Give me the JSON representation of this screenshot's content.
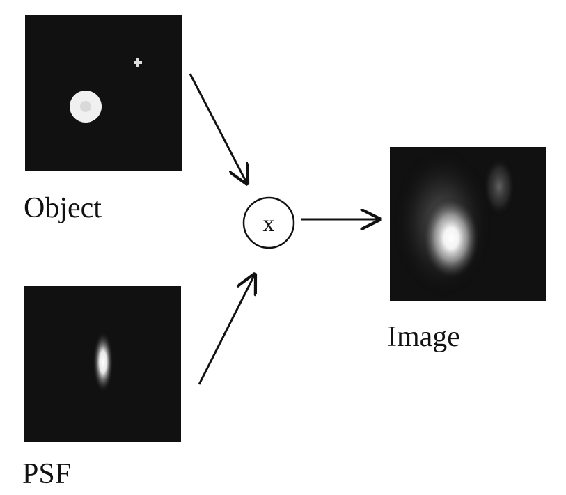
{
  "panels": {
    "object": {
      "label": "Object"
    },
    "psf": {
      "label": "PSF"
    },
    "image": {
      "label": "Image"
    }
  },
  "operator": {
    "symbol": "x"
  },
  "colors": {
    "panel_background": "#111111",
    "stroke": "#111111",
    "glow": "#ffffff"
  }
}
